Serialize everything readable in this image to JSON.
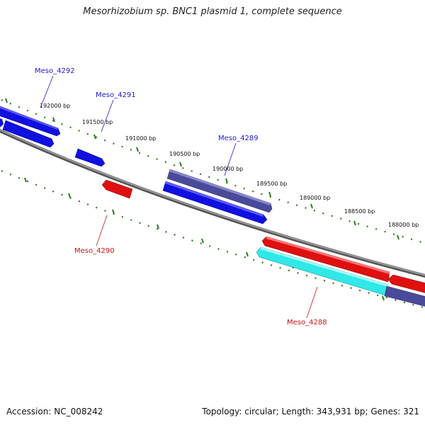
{
  "title": "Mesorhizobium sp. BNC1 plasmid 1, complete sequence",
  "footer": {
    "accession": "Accession: NC_008242",
    "summary": "Topology: circular; Length: 343,931 bp; Genes: 321"
  },
  "colors": {
    "backbone": "#777777",
    "tick": "#2e7d1e",
    "forward_gene": "#1010e0",
    "forward_other": "#4a4a9a",
    "reverse_gene": "#e01010",
    "reverse_other": "#30e8e8",
    "forward_label": "#1a1acc",
    "reverse_label": "#cc1111"
  },
  "scale_labels": [
    {
      "bp": 192000,
      "text": "192000 bp"
    },
    {
      "bp": 191500,
      "text": "191500 bp"
    },
    {
      "bp": 191000,
      "text": "191000 bp"
    },
    {
      "bp": 190500,
      "text": "190500 bp"
    },
    {
      "bp": 190000,
      "text": "190000 bp"
    },
    {
      "bp": 189500,
      "text": "189500 bp"
    },
    {
      "bp": 189000,
      "text": "189000 bp"
    },
    {
      "bp": 188500,
      "text": "188500 bp"
    },
    {
      "bp": 188000,
      "text": "188000 bp"
    }
  ],
  "gene_labels": [
    {
      "name": "Meso_4292",
      "strand": "forward"
    },
    {
      "name": "Meso_4291",
      "strand": "forward"
    },
    {
      "name": "Meso_4289",
      "strand": "forward"
    },
    {
      "name": "Meso_4290",
      "strand": "reverse"
    },
    {
      "name": "Meso_4288",
      "strand": "reverse"
    }
  ]
}
